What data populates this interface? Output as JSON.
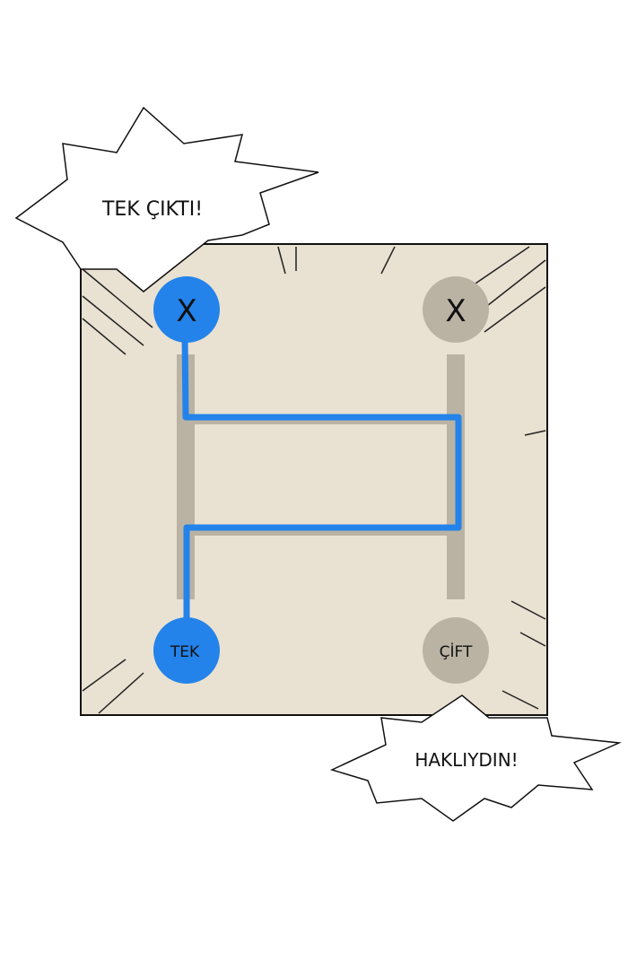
{
  "bubbles": {
    "top": "TEK ÇIKTI!",
    "bottom": "HAKLIYDIN!"
  },
  "diagram": {
    "top_left": "X",
    "top_right": "X",
    "bottom_left": "TEK",
    "bottom_right": "ÇİFT"
  },
  "colors": {
    "panel_bg": "#e9e1d1",
    "rail": "#bab3a4",
    "highlight": "#2383ea",
    "inactive_circle": "#bab3a4"
  }
}
